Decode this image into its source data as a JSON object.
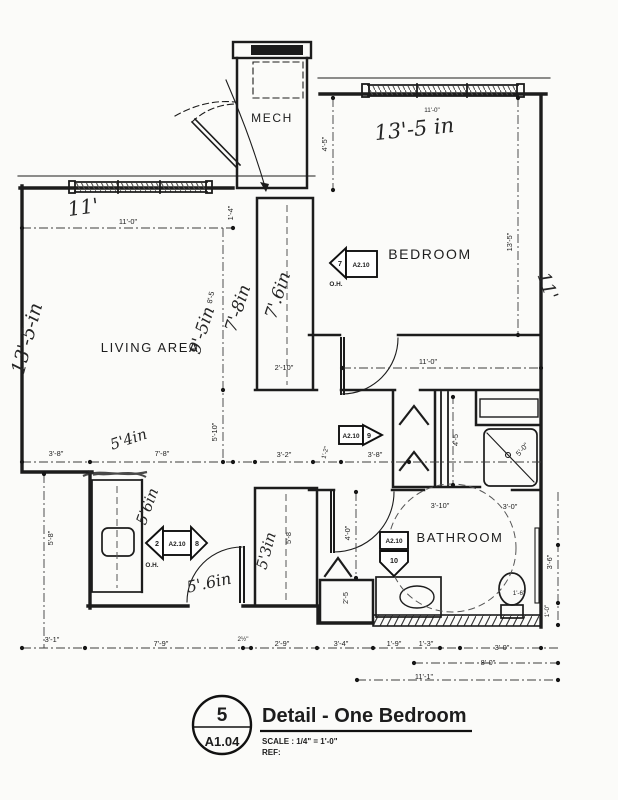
{
  "title_block": {
    "detail_number": "5",
    "sheet": "A1.04",
    "title": "Detail - One Bedroom",
    "scale": "SCALE : 1/4\" = 1'-0\"",
    "ref": "REF:"
  },
  "rooms": {
    "living": "LIVING AREA",
    "bedroom": "BEDROOM",
    "mech": "MECH",
    "bathroom": "BATHROOM"
  },
  "tags": {
    "bedroom_head": {
      "num": "7",
      "sheet": "A2.10",
      "note": "O.H."
    },
    "hall": {
      "sheet": "A2.10",
      "num": "9"
    },
    "kitchen": {
      "left_num": "2",
      "sheet": "A2.10",
      "right_num": "8",
      "note": "O.H."
    },
    "bath": {
      "sheet": "A2.10",
      "num": "10"
    }
  },
  "dims": {
    "living_top": "11'-0\"",
    "jamb_1_4": "1'-4\"",
    "closet_8_5": "8'-5",
    "mid_5_10": "5'-10\"",
    "closet_2_10": "2'-10\"",
    "chain_3_8_a": "3'-8\"",
    "chain_7_8": "7'-8\"",
    "chain_3_2": "3'-2\"",
    "chain_1_2": "1'-2\"",
    "chain_3_8_b": "3'-8\"",
    "kitchen_5_8": "5'-8\"",
    "closetA_5_8": "5'-8",
    "vest_4_0": "4'-0\"",
    "closetB_2_5": "2'-5",
    "mech_4_5": "4'-5\"",
    "bedroom_bottom": "11'-0\"",
    "bedroom_right": "13'-5\"",
    "bedroom_top_small": "11'-0\"",
    "linen_4_5": "4'-5",
    "shower_5_0": "5'-0\"",
    "bath_3_10": "3'-10\"",
    "bath_3_0": "3'-0\"",
    "toilet_1_6": "1'-6\"",
    "right_3_6": "3'-6\"",
    "right_1_0": "1'-0\"",
    "bot_3_1": "3'-1\"",
    "bot_7_9": "7'-9\"",
    "bot_2half": "2½\"",
    "bot_2_9": "2'-9\"",
    "bot_3_4": "3'-4\"",
    "bot_1_9": "1'-9\"",
    "bot_1_3": "1'-3\"",
    "bot_3_0": "3'-0\"",
    "bot_8_0": "8'-0\"",
    "bot_11_1": "11'-1\""
  },
  "handwritten": {
    "top_left_11": "11'",
    "top_right_13_5": "13'-5 in",
    "left_13_5": "13'-5-in",
    "mid_9_5": "9'-5in",
    "mid_7_8": "7'-8in",
    "closet_7_6": "7'.6in",
    "kitchen_5_4": "5'4in",
    "kitchen_5_6": "5'6in",
    "entry_5_6": "5'.6in",
    "closetA_5_3": "5'3in",
    "right_11": "11'"
  }
}
